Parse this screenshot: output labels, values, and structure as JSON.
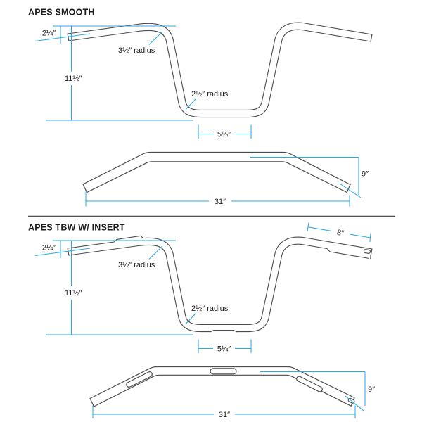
{
  "colors": {
    "outline": "#4c4c4e",
    "dimension": "#29abe2",
    "text": "#1d1d1f",
    "background": "#ffffff"
  },
  "sections": [
    {
      "title": "APES SMOOTH",
      "front_view": {
        "rise": "2¼″",
        "top_radius": "3½″ radius",
        "height": "11½″",
        "bottom_radius": "2½″ radius",
        "base_width": "5¼″"
      },
      "top_view": {
        "pullback": "9″",
        "width": "31″"
      }
    },
    {
      "title": "APES TBW W/ INSERT",
      "front_view": {
        "rise": "2¼″",
        "top_radius": "3½″ radius",
        "height": "11½″",
        "bottom_radius": "2½″ radius",
        "base_width": "5¼″",
        "grip_length": "8″"
      },
      "top_view": {
        "pullback": "9″",
        "width": "31″"
      }
    }
  ]
}
